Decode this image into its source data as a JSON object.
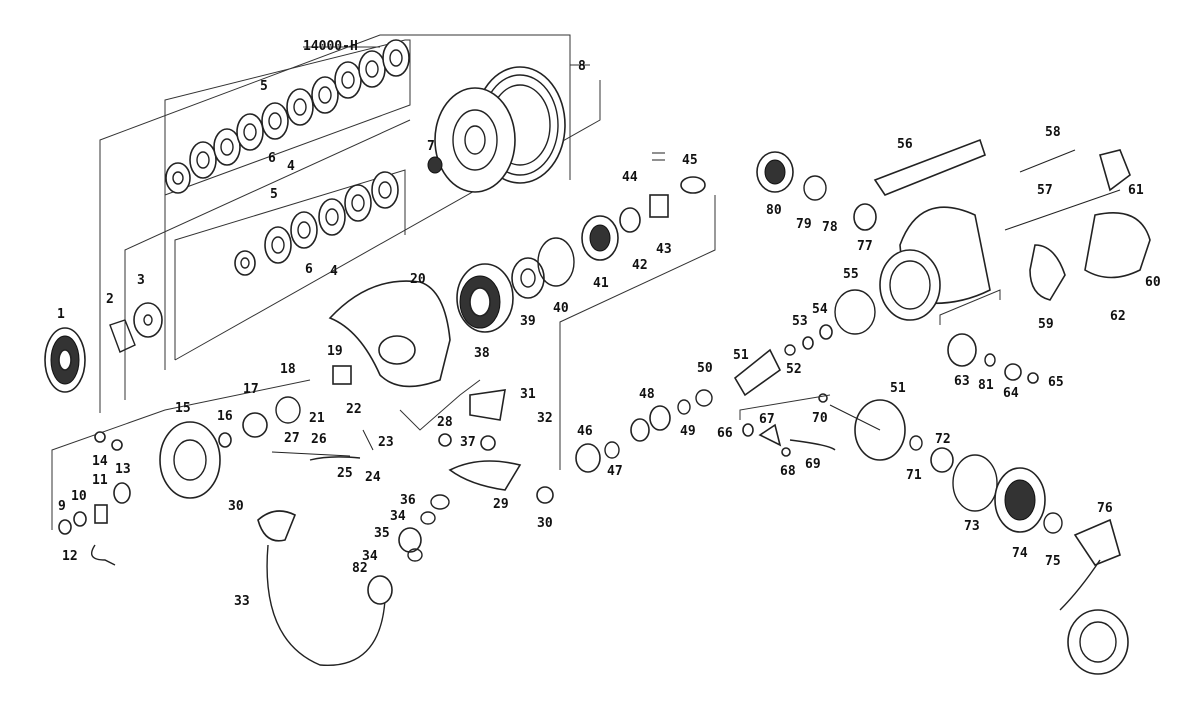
{
  "variant_label": "14000-H",
  "parts": [
    "1",
    "2",
    "3",
    "4",
    "5",
    "6",
    "7",
    "8",
    "9",
    "10",
    "11",
    "12",
    "13",
    "14",
    "15",
    "16",
    "17",
    "18",
    "19",
    "20",
    "21",
    "22",
    "23",
    "24",
    "25",
    "26",
    "27",
    "28",
    "29",
    "30",
    "31",
    "32",
    "33",
    "34",
    "35",
    "36",
    "37",
    "38",
    "39",
    "40",
    "41",
    "42",
    "43",
    "44",
    "45",
    "46",
    "47",
    "48",
    "49",
    "50",
    "51",
    "52",
    "53",
    "54",
    "55",
    "56",
    "57",
    "58",
    "59",
    "60",
    "61",
    "62",
    "63",
    "64",
    "65",
    "66",
    "67",
    "68",
    "69",
    "70",
    "71",
    "72",
    "73",
    "74",
    "75",
    "76",
    "77",
    "78",
    "79",
    "80",
    "81",
    "82"
  ],
  "labels": {
    "variant": "14000-H",
    "p1": "1",
    "p2": "2",
    "p3": "3",
    "p4a": "4",
    "p4b": "4",
    "p5a": "5",
    "p5b": "5",
    "p6a": "6",
    "p6b": "6",
    "p7": "7",
    "p8": "8",
    "p9": "9",
    "p10": "10",
    "p11": "11",
    "p12": "12",
    "p13": "13",
    "p14": "14",
    "p15": "15",
    "p16": "16",
    "p17": "17",
    "p18": "18",
    "p19": "19",
    "p20": "20",
    "p21": "21",
    "p22": "22",
    "p23": "23",
    "p24": "24",
    "p25": "25",
    "p26": "26",
    "p27": "27",
    "p28": "28",
    "p29": "29",
    "p30a": "30",
    "p30b": "30",
    "p31": "31",
    "p32": "32",
    "p33": "33",
    "p34a": "34",
    "p34b": "34",
    "p35": "35",
    "p36": "36",
    "p37": "37",
    "p38": "38",
    "p39": "39",
    "p40": "40",
    "p41": "41",
    "p42": "42",
    "p43": "43",
    "p44": "44",
    "p45": "45",
    "p46": "46",
    "p47": "47",
    "p48": "48",
    "p49": "49",
    "p50": "50",
    "p51a": "51",
    "p51b": "51",
    "p52": "52",
    "p53": "53",
    "p54": "54",
    "p55": "55",
    "p56": "56",
    "p57": "57",
    "p58": "58",
    "p59": "59",
    "p60": "60",
    "p61": "61",
    "p62": "62",
    "p63": "63",
    "p64": "64",
    "p65": "65",
    "p66": "66",
    "p67": "67",
    "p68": "68",
    "p69": "69",
    "p70": "70",
    "p71": "71",
    "p72": "72",
    "p73": "73",
    "p74": "74",
    "p75": "75",
    "p76": "76",
    "p77": "77",
    "p78": "78",
    "p79": "79",
    "p80": "80",
    "p81": "81",
    "p82": "82"
  }
}
